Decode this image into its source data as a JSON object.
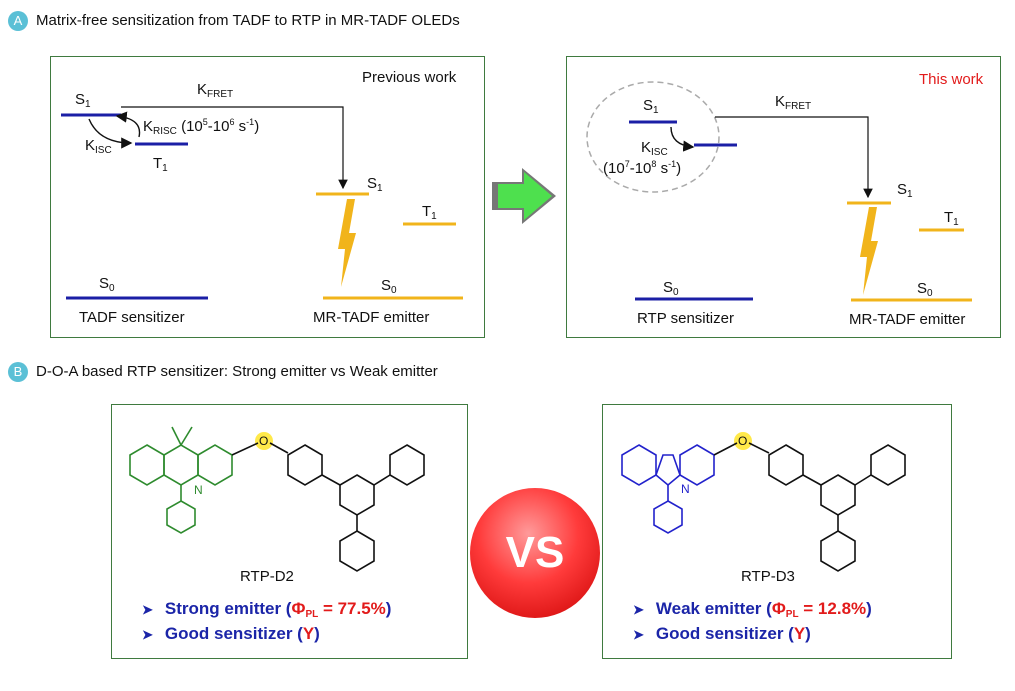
{
  "section_a": {
    "marker": "A",
    "title": "Matrix-free sensitization from TADF to RTP in MR-TADF OLEDs",
    "left_panel": {
      "tag": "Previous work",
      "s1": "S",
      "t1": "T",
      "s0": "S",
      "one": "1",
      "zero": "0",
      "k": "K",
      "krisc_sub": "RISC",
      "krisc_rate_pre": "(10",
      "krisc_exp1": "5",
      "krisc_mid": "-10",
      "krisc_exp2": "6",
      "krisc_unit": " s",
      "krisc_exp3": "-1",
      "krisc_close": ")",
      "kisc_sub": "ISC",
      "kfret_sub": "FRET",
      "sensitizer": "TADF sensitizer",
      "emitter": "MR-TADF emitter"
    },
    "right_panel": {
      "tag": "This work",
      "kisc_rate_pre": "(10",
      "kisc_exp1": "7",
      "kisc_mid": "-10",
      "kisc_exp2": "8",
      "kisc_unit": " s",
      "kisc_exp3": "-1",
      "kisc_close": ")",
      "sensitizer": "RTP sensitizer",
      "emitter": "MR-TADF emitter"
    }
  },
  "section_b": {
    "marker": "B",
    "title": "D-O-A based RTP sensitizer: Strong emitter vs Weak emitter",
    "vs": "VS",
    "atoms": {
      "n": "N",
      "o": "O"
    },
    "left_card": {
      "name": "RTP-D2",
      "b1_text": "Strong emitter (",
      "b1_phi": "Φ",
      "b1_phi_sub": "PL",
      "b1_val": " = 77.5%",
      "b1_close": ")",
      "b2_text": "Good sensitizer (",
      "b2_val": "Y",
      "b2_close": ")"
    },
    "right_card": {
      "name": "RTP-D3",
      "b1_text": "Weak emitter (",
      "b1_phi": "Φ",
      "b1_phi_sub": "PL",
      "b1_val": " = 12.8%",
      "b1_close": ")",
      "b2_text": "Good sensitizer (",
      "b2_val": "Y",
      "b2_close": ")"
    }
  },
  "colors": {
    "accent_circle": "#5bc0d6",
    "panel_border": "#3f7a3f",
    "sensitizer_level": "#1b1fa6",
    "emitter_level": "#f1b41b",
    "donor_acridine": "#2e8b2e",
    "donor_carbazole": "#2222cc",
    "highlight_red": "#e21b1b",
    "arrow_green": "#4ee04e"
  }
}
